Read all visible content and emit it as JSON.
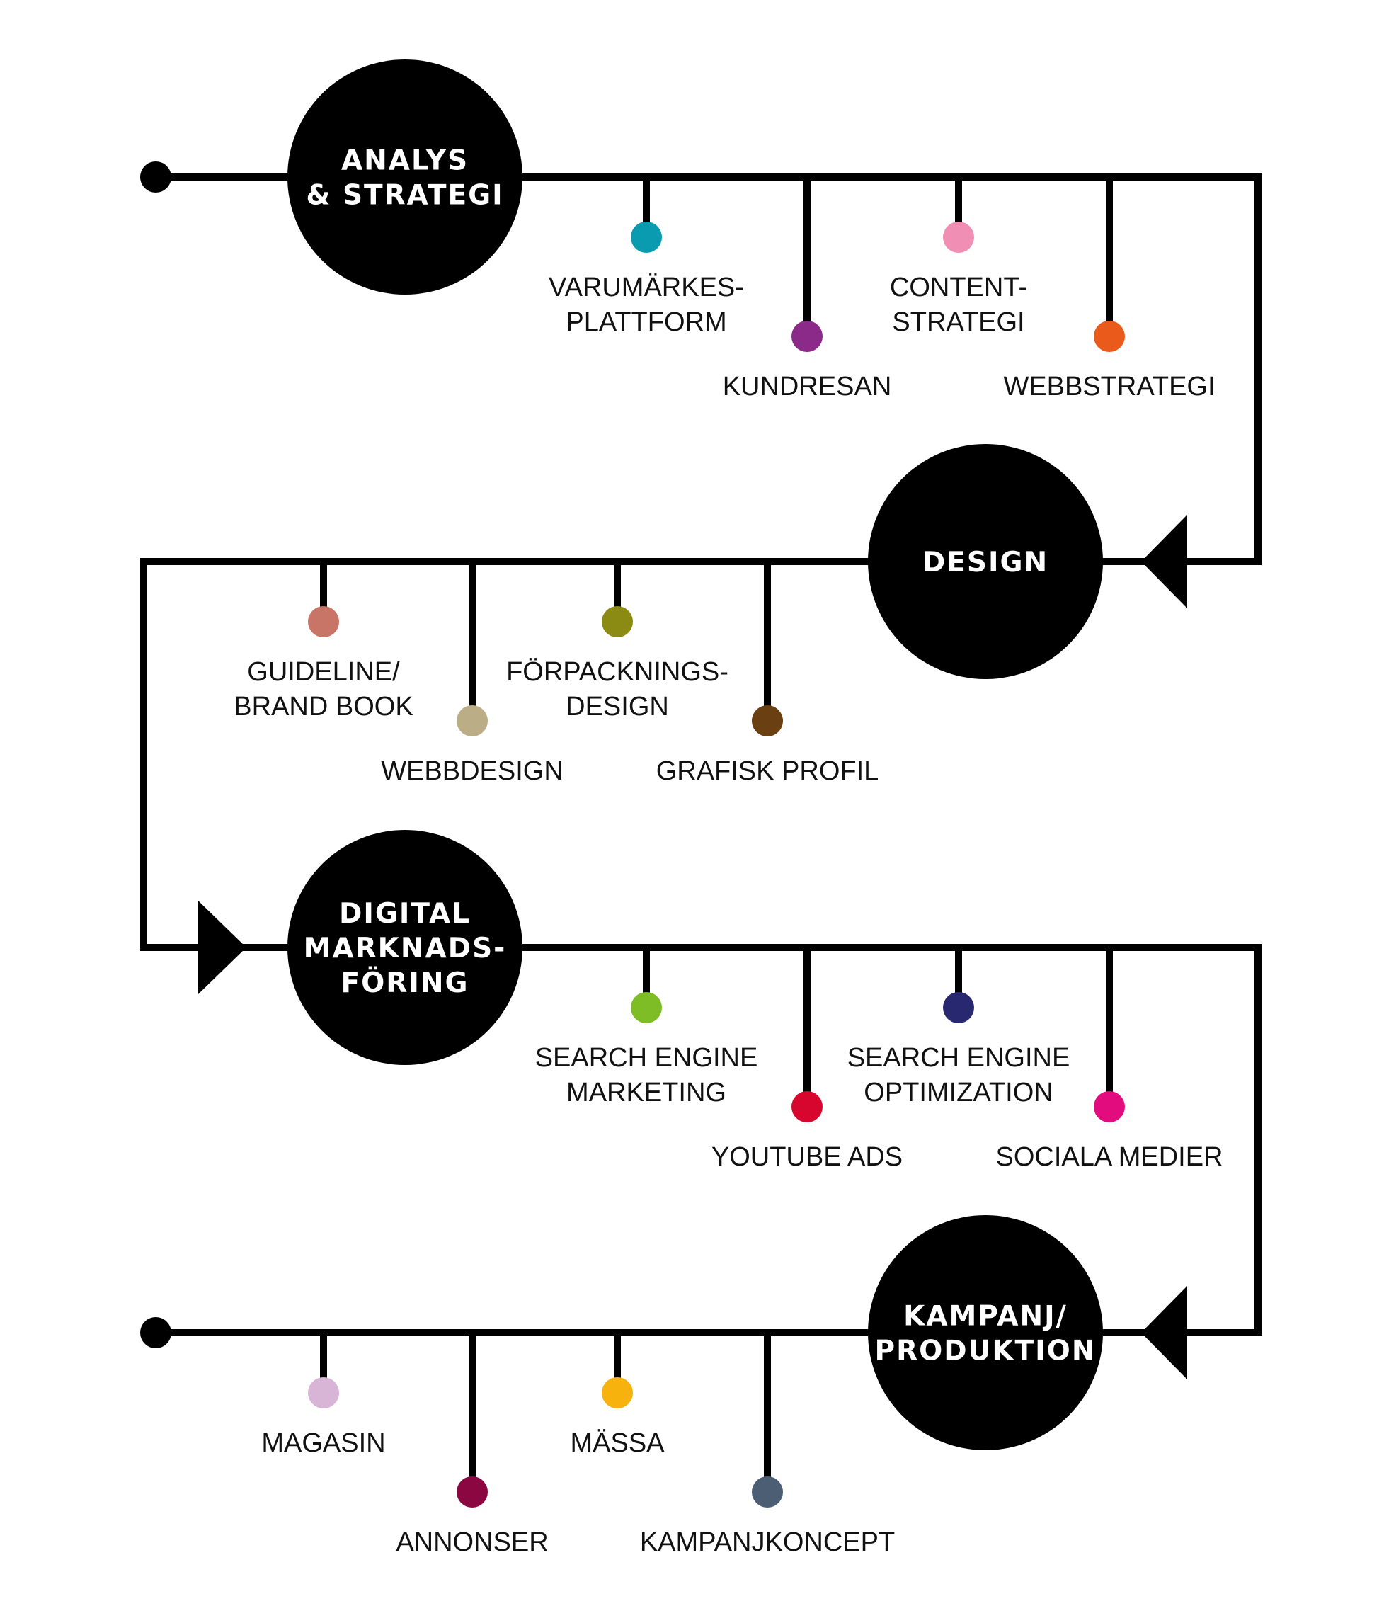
{
  "colors": {
    "line": "#000000",
    "hub_fill": "#000000",
    "hub_text": "#ffffff",
    "label_text": "#111111"
  },
  "stages": [
    {
      "title_lines": [
        "ANALYS",
        "& STRATEGI"
      ],
      "items": [
        {
          "label_lines": [
            "VARUMÄRKES-",
            "PLATTFORM"
          ],
          "color": "#0a9bb0"
        },
        {
          "label_lines": [
            "KUNDRESAN"
          ],
          "color": "#8c2a8a"
        },
        {
          "label_lines": [
            "CONTENT-",
            "STRATEGI"
          ],
          "color": "#f08eb4"
        },
        {
          "label_lines": [
            "WEBBSTRATEGI"
          ],
          "color": "#ea5b1b"
        }
      ]
    },
    {
      "title_lines": [
        "DESIGN"
      ],
      "items": [
        {
          "label_lines": [
            "GUIDELINE/",
            "BRAND BOOK"
          ],
          "color": "#c87466"
        },
        {
          "label_lines": [
            "WEBBDESIGN"
          ],
          "color": "#bbad85"
        },
        {
          "label_lines": [
            "FÖRPACKNINGS-",
            "DESIGN"
          ],
          "color": "#8b8a12"
        },
        {
          "label_lines": [
            "GRAFISK PROFIL"
          ],
          "color": "#6a3f12"
        }
      ]
    },
    {
      "title_lines": [
        "DIGITAL",
        "MARKNADS-",
        "FÖRING"
      ],
      "items": [
        {
          "label_lines": [
            "SEARCH ENGINE",
            "MARKETING"
          ],
          "color": "#7ebd25"
        },
        {
          "label_lines": [
            "YOUTUBE ADS"
          ],
          "color": "#d6062e"
        },
        {
          "label_lines": [
            "SEARCH ENGINE",
            "OPTIMIZATION"
          ],
          "color": "#27286f"
        },
        {
          "label_lines": [
            "SOCIALA MEDIER"
          ],
          "color": "#e30c7e"
        }
      ]
    },
    {
      "title_lines": [
        "KAMPANJ/",
        "PRODUKTION"
      ],
      "items": [
        {
          "label_lines": [
            "MAGASIN"
          ],
          "color": "#d8b4d6"
        },
        {
          "label_lines": [
            "ANNONSER"
          ],
          "color": "#8b0741"
        },
        {
          "label_lines": [
            "MÄSSA"
          ],
          "color": "#f7b20e"
        },
        {
          "label_lines": [
            "KAMPANJKONCEPT"
          ],
          "color": "#4b5e73"
        }
      ]
    }
  ]
}
